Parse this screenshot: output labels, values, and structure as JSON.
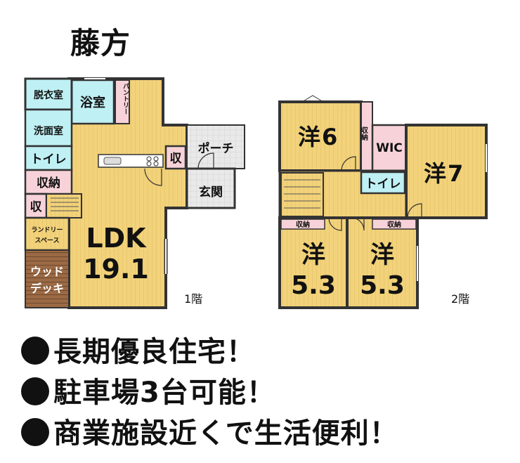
{
  "title": "藤方",
  "floor1": {
    "label": "1階",
    "rooms": {
      "datsuishitsu": "脱衣室",
      "yokushitsu": "浴室",
      "pantry": "パントリー",
      "senmenshitsu": "洗面室",
      "toilet": "トイレ",
      "shuno": "収納",
      "shu_small": "収",
      "shu_kitchen": "収",
      "laundry": "ランドリースペース",
      "wooddeck": "ウッドデッキ",
      "ldk_name": "LDK",
      "ldk_size": "19.1",
      "porch": "ポーチ",
      "genkan": "玄関"
    }
  },
  "floor2": {
    "label": "2階",
    "rooms": {
      "western6_name": "洋",
      "western6_size": "6",
      "shuno_vertical": "収納",
      "wic": "WIC",
      "western7_name": "洋",
      "western7_size": "7",
      "toilet": "トイレ",
      "shuno_left": "収納",
      "shuno_right": "収納",
      "western53a_name": "洋",
      "western53a_size": "5.3",
      "western53b_name": "洋",
      "western53b_size": "5.3"
    }
  },
  "features": [
    "長期優良住宅！",
    "駐車場3台可能！",
    "商業施設近くで生活便利！"
  ],
  "colors": {
    "floor_wood": "#f2d27a",
    "wet_area": "#bff0f4",
    "storage": "#f7d3d9",
    "porch_tile": "#e6e6e6",
    "deck": "#9b6a45",
    "wall": "#3a3a3a"
  }
}
